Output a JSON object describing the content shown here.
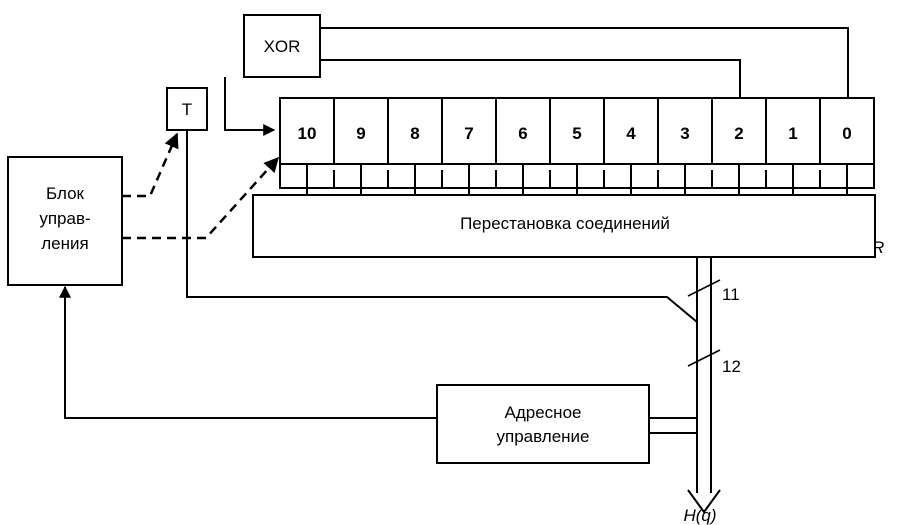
{
  "blocks": {
    "control": [
      "Блок",
      "управ-",
      "ления"
    ],
    "xor": "XOR",
    "t": "T",
    "permutation": "Перестановка соединений",
    "address": [
      "Адресное",
      "управление"
    ]
  },
  "register": {
    "cells": [
      "10",
      "9",
      "8",
      "7",
      "6",
      "5",
      "4",
      "3",
      "2",
      "1",
      "0"
    ],
    "label": "R"
  },
  "bus": {
    "width_a": "11",
    "width_b": "12",
    "output": "H(q)"
  }
}
